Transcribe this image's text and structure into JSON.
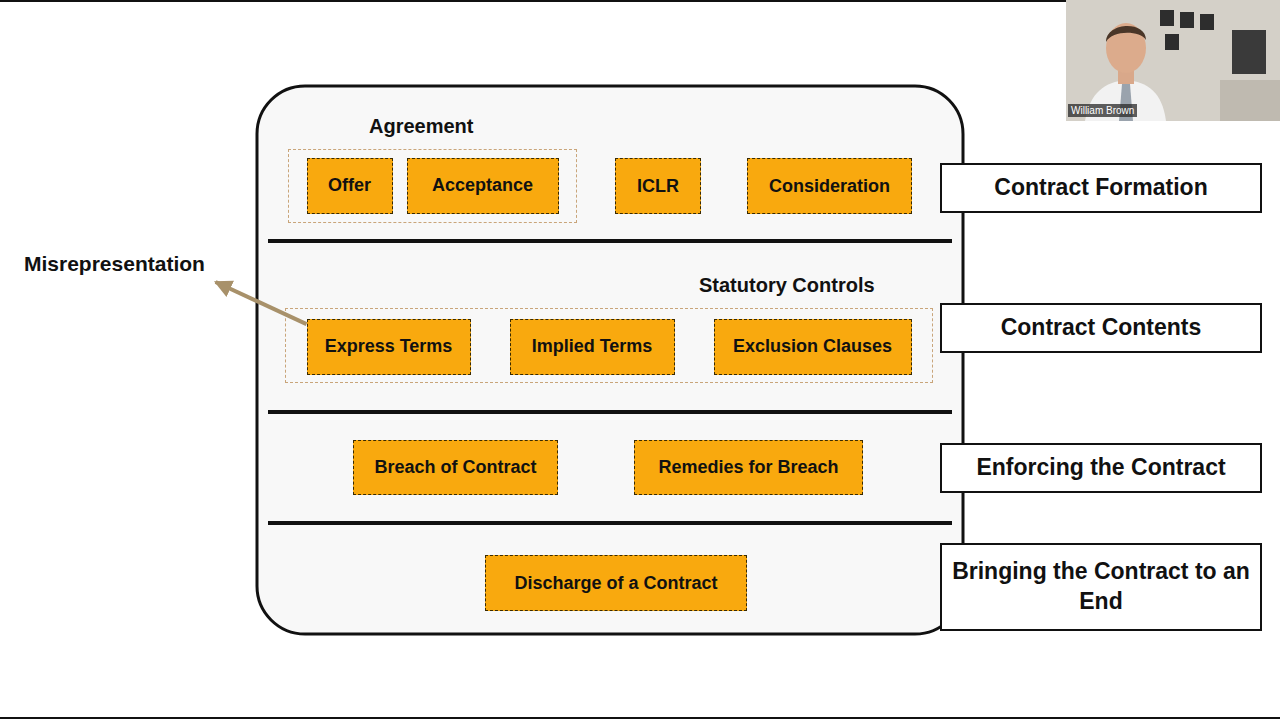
{
  "diagram": {
    "nodes": [
      {
        "text": [
          "Agreement"
        ]
      },
      {
        "text": [
          "Offer"
        ],
        "in": 0
      },
      {
        "text": [
          "Acceptance"
        ],
        "in": 0
      },
      {
        "text": [
          "ICLR"
        ]
      },
      {
        "text": [
          "Consideration"
        ]
      },
      {
        "text": [
          "Contract Formation"
        ]
      },
      {
        "text": [
          "Misrepresentation"
        ]
      },
      {
        "text": [
          "Statutory Controls"
        ]
      },
      {
        "text": [
          "Express Terms"
        ],
        "in": 7
      },
      {
        "text": [
          "Implied Terms"
        ],
        "in": 7
      },
      {
        "text": [
          "Exclusion Clauses"
        ],
        "in": 7
      },
      {
        "text": [
          "Contract Contents"
        ]
      },
      {
        "text": [
          "Breach of Contract"
        ]
      },
      {
        "text": [
          "Remedies for Breach"
        ]
      },
      {
        "text": [
          "Enforcing the Contract"
        ]
      },
      {
        "text": [
          "Discharge of a Contract"
        ]
      },
      {
        "text": [
          "Bringing the Contract to an End"
        ]
      }
    ],
    "edges": [
      {
        "from": 8,
        "to": 6,
        "arrow": "to"
      }
    ],
    "labels": [
      "William Brown"
    ]
  }
}
